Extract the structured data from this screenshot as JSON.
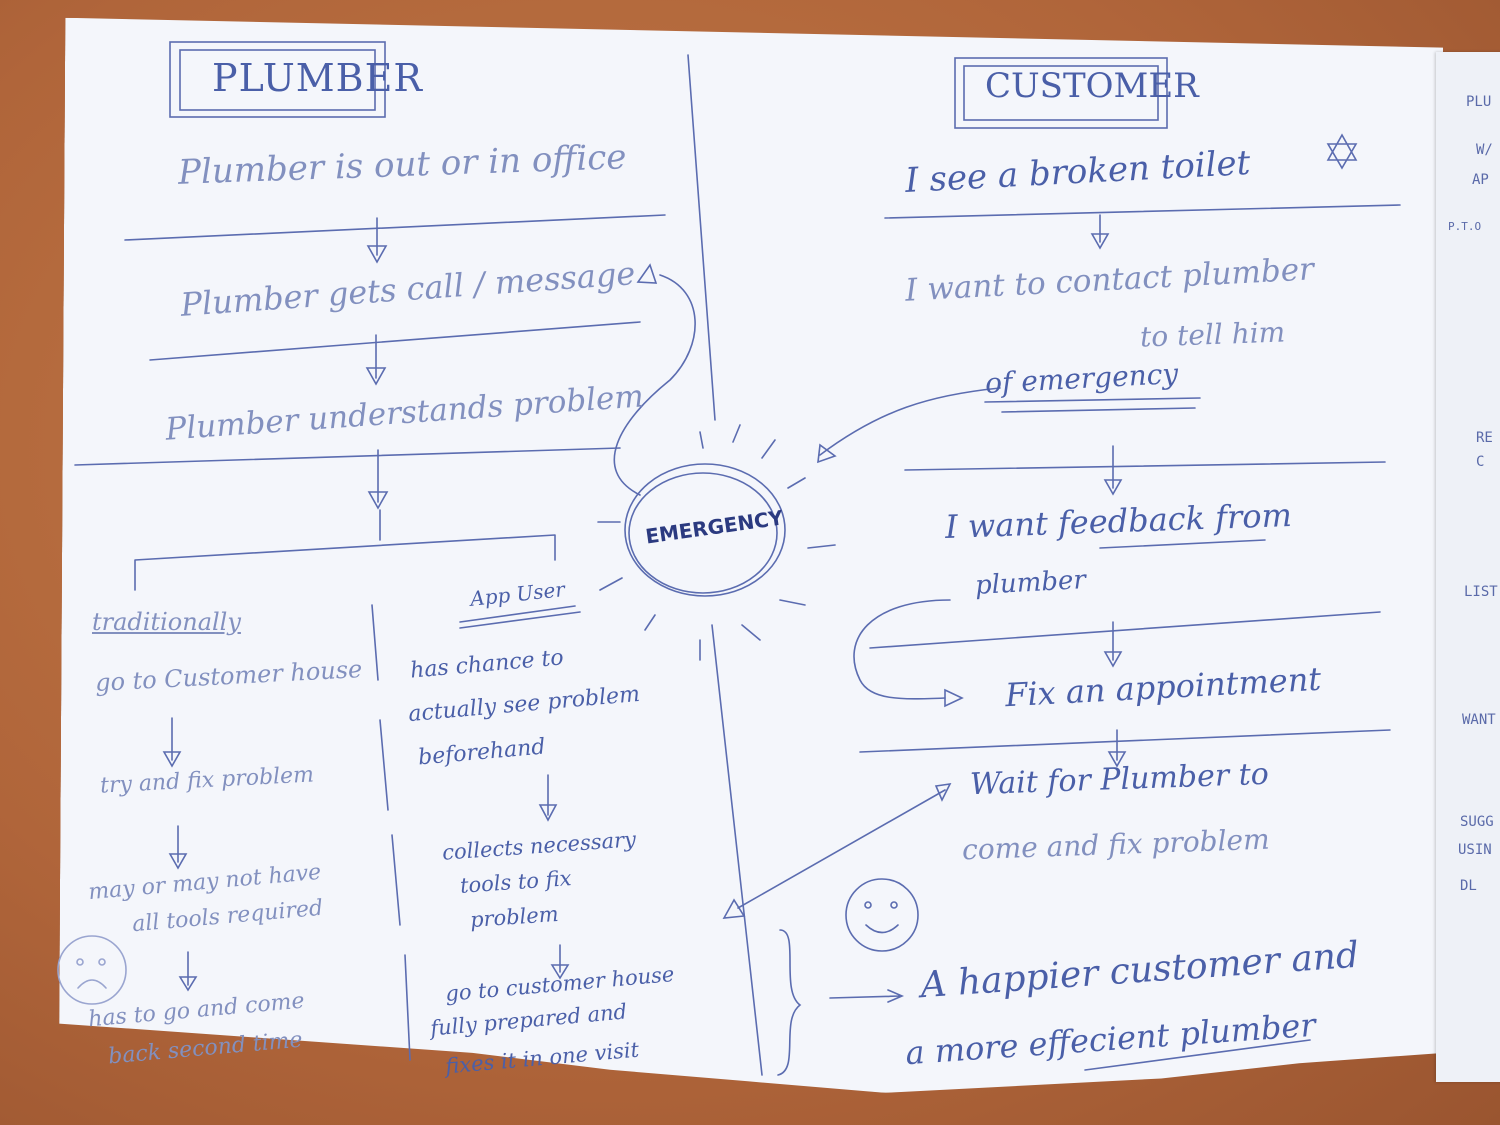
{
  "plumber": {
    "title": "PLUMBER",
    "steps": [
      "Plumber is out or in office",
      "Plumber gets call / message",
      "Plumber understands problem"
    ],
    "traditionally": {
      "label": "traditionally",
      "steps": [
        "go to Customer house",
        "try and fix problem",
        "may or may not have",
        "all tools required",
        "has to go and come",
        "back second time"
      ]
    },
    "app_user": {
      "label": "App User",
      "steps": [
        "has chance to",
        "actually see problem",
        "beforehand",
        "collects necessary",
        "tools to fix",
        "problem",
        "go to customer house",
        "fully prepared and",
        "fixes it in one visit"
      ]
    }
  },
  "center": {
    "label": "EMERGENCY"
  },
  "customer": {
    "title": "CUSTOMER",
    "steps": [
      "I see a broken toilet",
      "I want to contact plumber",
      "to tell him",
      "of emergency",
      "I want feedback from",
      "plumber",
      "Fix an appointment",
      "Wait for Plumber to",
      "come and fix problem"
    ],
    "outcome": [
      "A happier customer and",
      "a more effecient plumber"
    ]
  },
  "second_sheet": [
    "PLU",
    "W/",
    "AP",
    "P.T.O",
    "RE",
    "C",
    "LIST",
    "WANT",
    "SUGG",
    "USIN",
    "DL"
  ]
}
